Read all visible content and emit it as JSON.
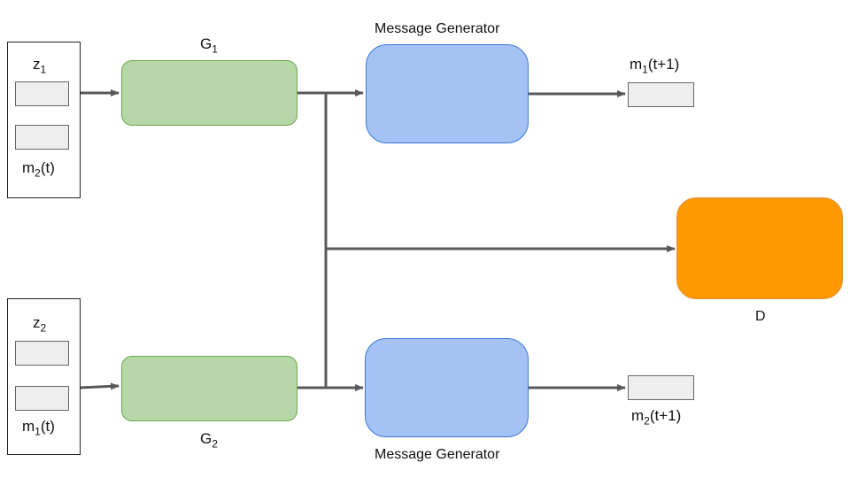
{
  "agent1": {
    "input_labels": {
      "z_main": "z",
      "z_sub": "1",
      "m_main": "m",
      "m_sub": "2",
      "m_suffix": "(t)"
    },
    "generator": {
      "main": "G",
      "sub": "1"
    },
    "message_generator": "Message Generator",
    "output": {
      "main": "m",
      "sub": "1",
      "suffix": "(t+1)"
    }
  },
  "agent2": {
    "input_labels": {
      "z_main": "z",
      "z_sub": "2",
      "m_main": "m",
      "m_sub": "1",
      "m_suffix": "(t)"
    },
    "generator": {
      "main": "G",
      "sub": "2"
    },
    "message_generator": "Message Generator",
    "output": {
      "main": "m",
      "sub": "2",
      "suffix": "(t+1)"
    }
  },
  "discriminator": {
    "label": "D"
  },
  "colors": {
    "generator_fill": "#b6d7a8",
    "message_generator_fill": "#a4c2f4",
    "discriminator_fill": "#ff9900",
    "slot_fill": "#eeeeee",
    "arrow": "#595959"
  }
}
